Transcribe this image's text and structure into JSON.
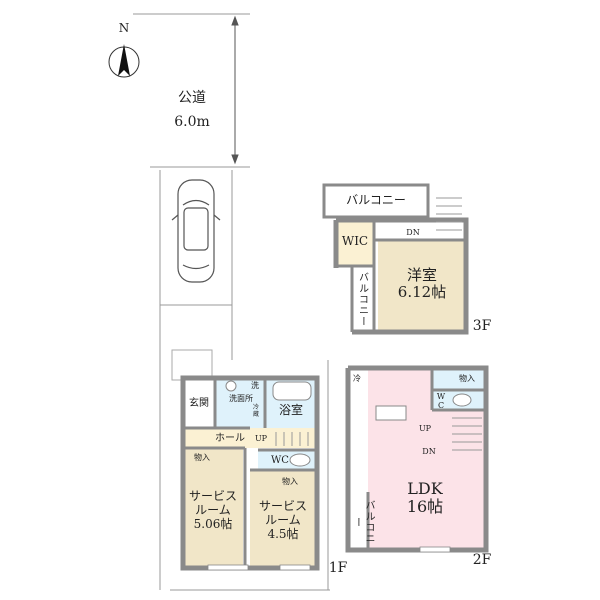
{
  "north_label": "N",
  "road": {
    "name": "公道",
    "width": "6.0m"
  },
  "floor1": {
    "label": "1F",
    "entrance": "玄関",
    "washroom": "洗面所",
    "washer": "洗",
    "fridge_mark": "冷\n蔵",
    "bath": "浴室",
    "hall": "ホール",
    "up": "UP",
    "storage_left": "物入",
    "storage_right": "物入",
    "wc": "WC",
    "service_room_1": "サービス\nルーム\n5.06帖",
    "service_room_2": "サービス\nルーム\n4.5帖"
  },
  "floor2": {
    "label": "2F",
    "ldk": "LDK\n16帖",
    "fridge": "冷",
    "storage": "物入",
    "wc": "W\nC",
    "up": "UP",
    "dn": "DN",
    "balcony": "バルコニー"
  },
  "floor3": {
    "label": "3F",
    "balcony_top": "バルコニー",
    "balcony_side": "バルコニー",
    "wic": "WIC",
    "dn": "DN",
    "western_room": "洋室\n6.12帖"
  }
}
